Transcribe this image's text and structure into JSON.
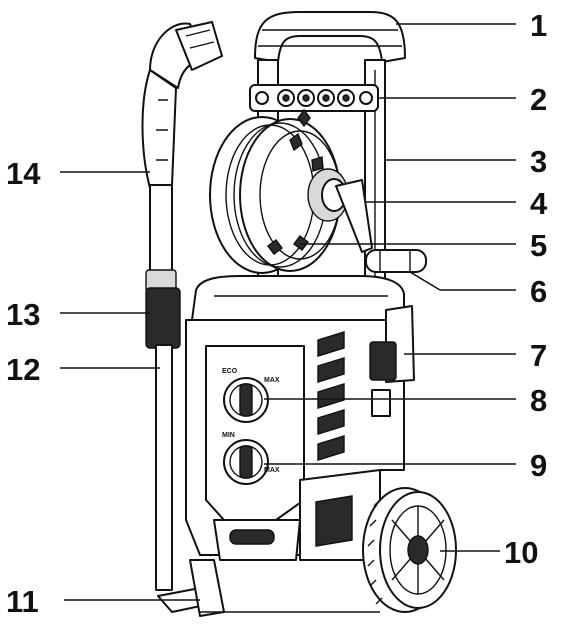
{
  "figure": {
    "subject": "pressure washer parts diagram",
    "ink_color": "#111111",
    "background_color": "#ffffff"
  },
  "callouts": {
    "c1": "1",
    "c2": "2",
    "c3": "3",
    "c4": "4",
    "c5": "5",
    "c6": "6",
    "c7": "7",
    "c8": "8",
    "c9": "9",
    "c10": "10",
    "c11": "11",
    "c12": "12",
    "c13": "13",
    "c14": "14"
  },
  "dial_labels": {
    "upper_left": "ECO",
    "upper_right": "MAX",
    "lower_left": "MIN",
    "lower_right": "MAX"
  }
}
